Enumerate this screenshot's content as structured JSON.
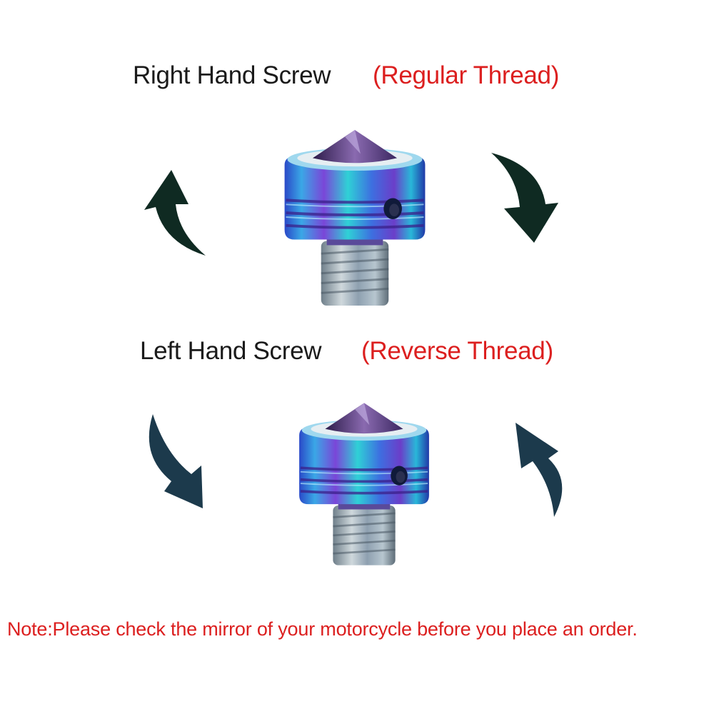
{
  "colors": {
    "text": "#1a1a1a",
    "accent_red": "#dc1f1f",
    "arrow_green": "#0f2a22",
    "arrow_blue": "#1c3a4c"
  },
  "right_hand": {
    "label": "Right Hand Screw",
    "thread": "(Regular Thread)",
    "left_arrow_icon": "counterclockwise-arrow-icon",
    "right_arrow_icon": "clockwise-arrow-icon",
    "product_icon": "mirror-hole-plug-bolt-icon"
  },
  "left_hand": {
    "label": "Left Hand Screw",
    "thread": "(Reverse Thread)",
    "left_arrow_icon": "clockwise-arrow-icon",
    "right_arrow_icon": "counterclockwise-arrow-icon",
    "product_icon": "mirror-hole-plug-bolt-icon"
  },
  "note": "Note:Please check the mirror of your motorcycle before you place an order."
}
